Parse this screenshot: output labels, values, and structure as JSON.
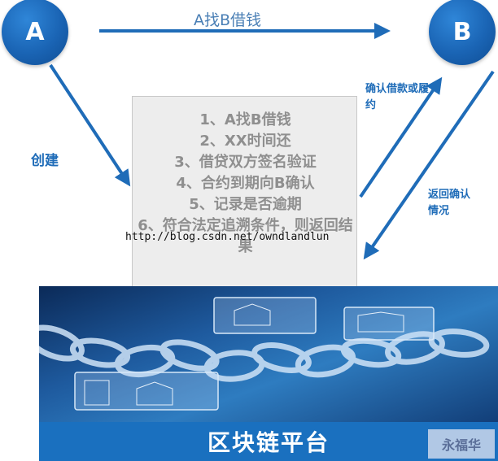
{
  "nodes": {
    "a": "A",
    "b": "B"
  },
  "arrows": {
    "top_label": "A找B借钱",
    "create_label": "创建",
    "confirm_label": "确认借款或履约",
    "return_label": "返回确认情况"
  },
  "steps": [
    "1、A找B借钱",
    "2、XX时间还",
    "3、借贷双方签名验证",
    "4、合约到期向B确认",
    "5、记录是否逾期",
    "6、符合法定追溯条件，则返回结果"
  ],
  "watermark": "http://blog.csdn.net/owndlandlun",
  "platform": {
    "title": "区块链平台"
  },
  "logo": "永福华",
  "colors": {
    "node": "#1a64b4",
    "arrow": "#1f6cb8",
    "steps_text": "#8f8f8f",
    "platform_bar": "#1a70bf"
  }
}
